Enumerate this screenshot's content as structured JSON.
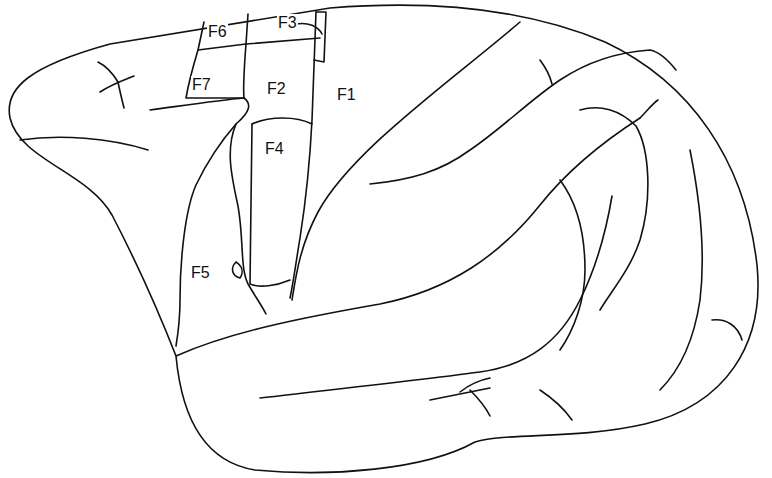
{
  "diagram": {
    "labels": [
      "F6",
      "F3",
      "F7",
      "F2",
      "F1",
      "F4",
      "F5"
    ]
  }
}
